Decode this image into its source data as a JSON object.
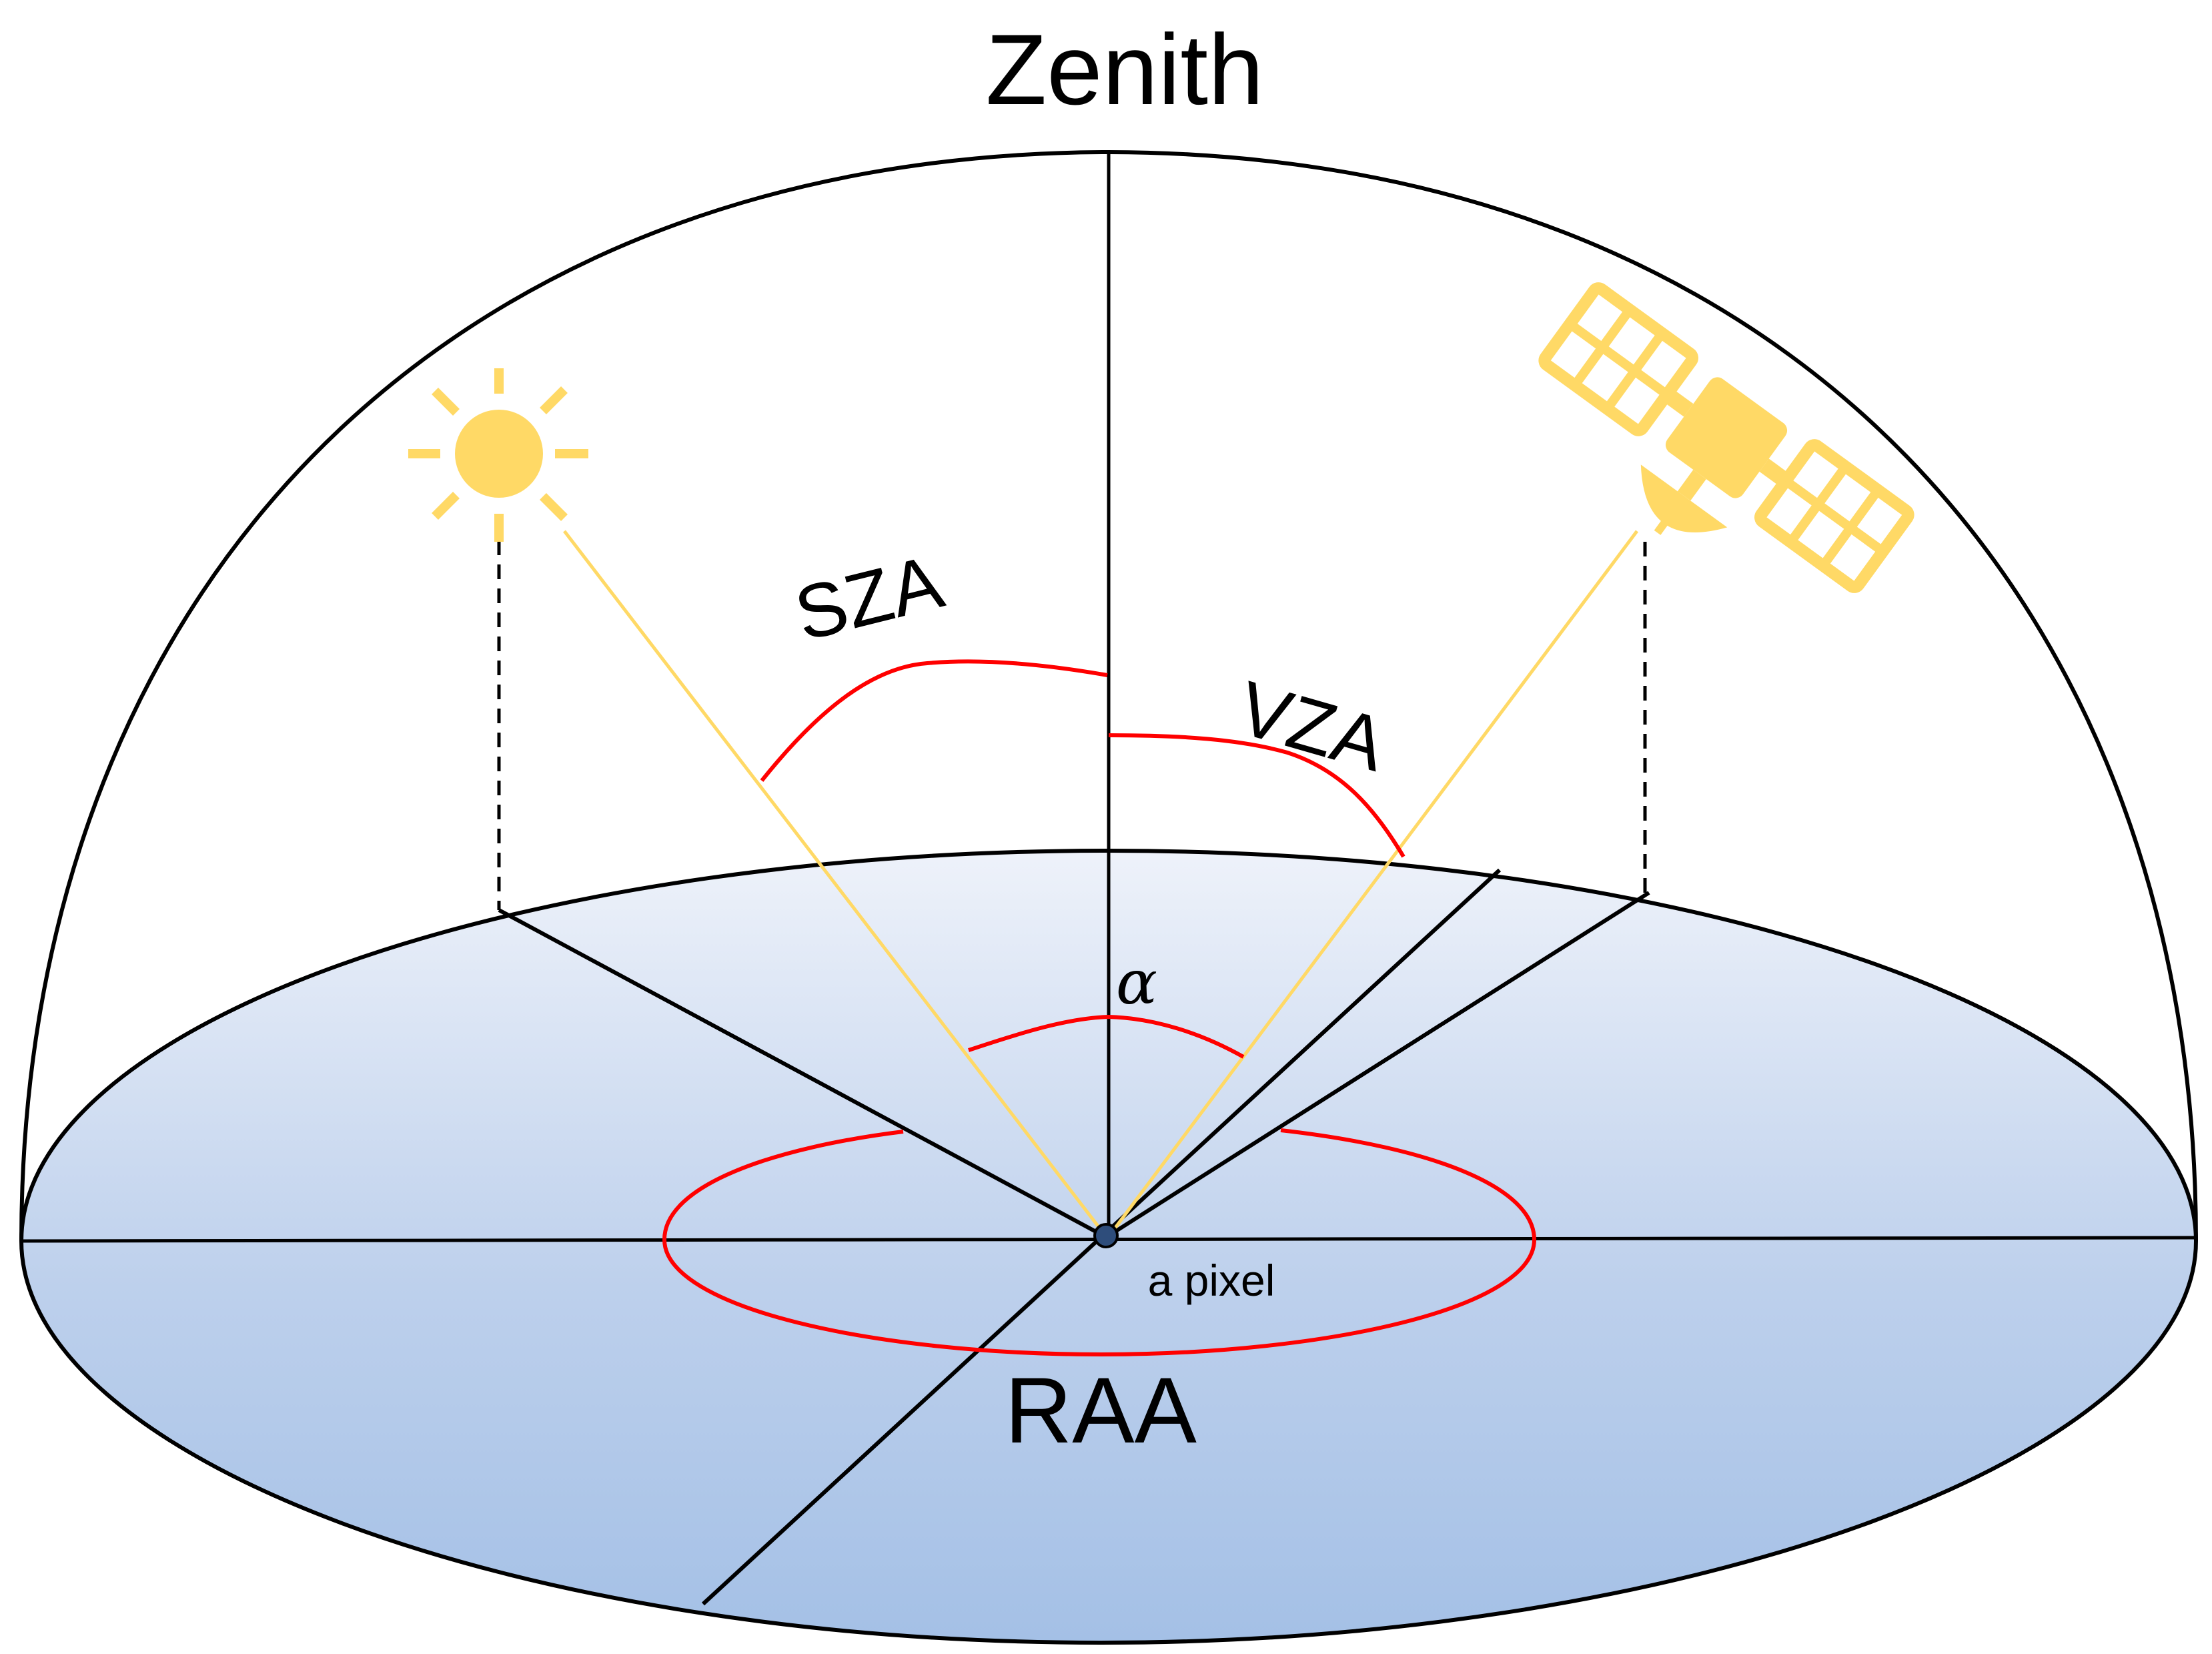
{
  "labels": {
    "zenith": "Zenith",
    "sza": "SZA",
    "vza": "VZA",
    "alpha": "α",
    "pixel": "a pixel",
    "raa": "RAA"
  },
  "icons": {
    "sun": "sun-icon",
    "satellite": "satellite-icon"
  },
  "colors": {
    "outline": "#000000",
    "ray": "#FFD966",
    "angle_arc": "#FF0000",
    "sun": "#FFD966",
    "satellite": "#FFD966",
    "ground_top": "#EEF2FA",
    "ground_bottom": "#A4C0E6",
    "pixel_dot": "#2E4D7B"
  }
}
